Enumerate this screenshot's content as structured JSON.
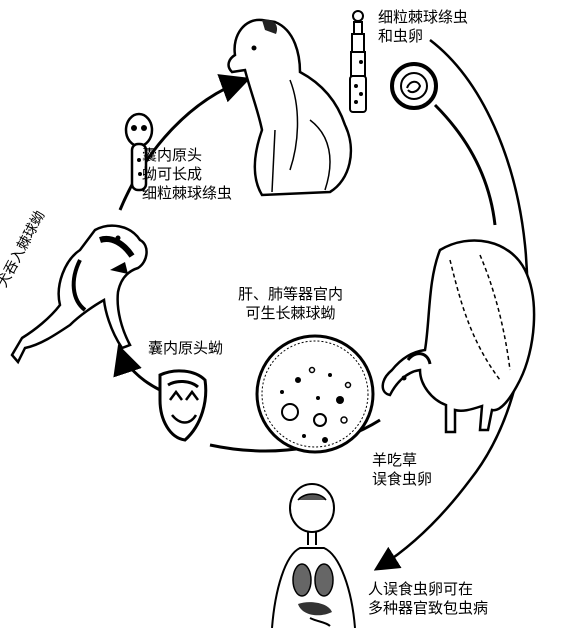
{
  "labels": {
    "worm_and_egg": "细粒棘球绦虫\n和虫卵",
    "cyst_develops": "囊内原头\n蚴可长成\n细粒棘球绦虫",
    "dog_swallows": "犬吞入棘球蚴",
    "organ_growth": "肝、肺等器官内\n可生长棘球蚴",
    "protoscolex": "囊内原头蚴",
    "sheep_eats": "羊吃草\n误食虫卵",
    "human_eats": "人误食虫卵可在\n多种器官致包虫病"
  },
  "icons": {
    "dog_sitting": "sitting-dog-icon",
    "tapeworm": "tapeworm-icon",
    "egg": "egg-icon",
    "sheep": "sheep-icon",
    "human": "human-icon",
    "hydatid_cyst": "hydatid-cyst-icon",
    "protoscolex": "protoscolex-icon",
    "dog_running": "running-dog-icon",
    "young_worm": "young-worm-icon"
  }
}
